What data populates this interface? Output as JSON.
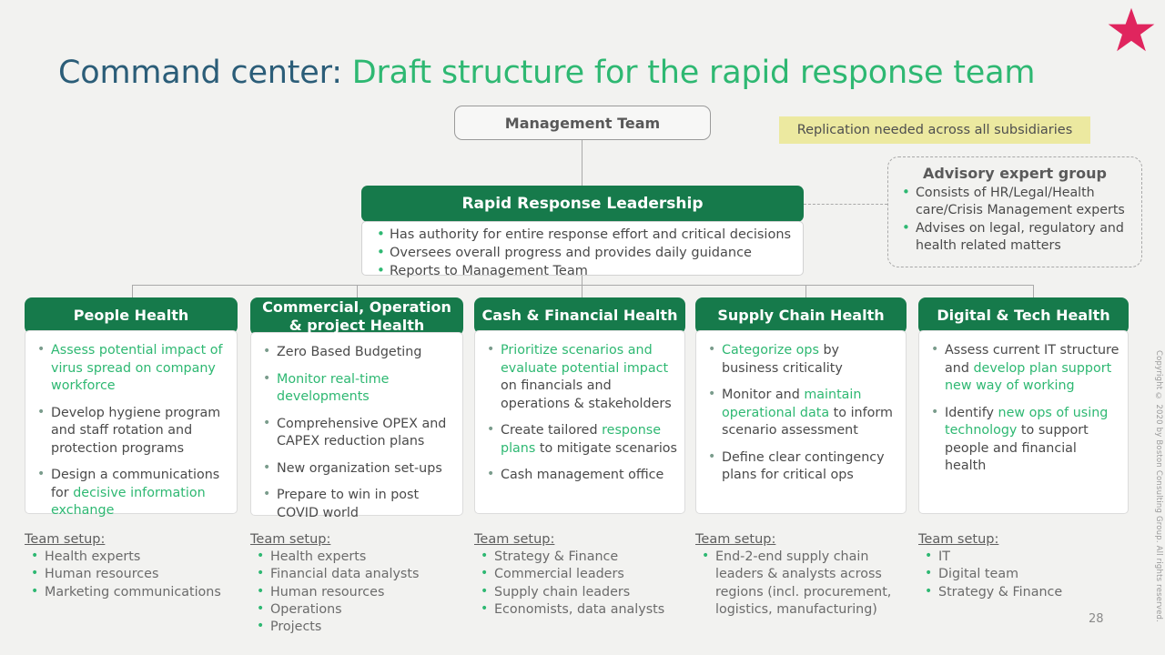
{
  "logo": {
    "icon": "star-icon",
    "color": "#e0255e"
  },
  "title": {
    "part1": "Command center:",
    "part2": "Draft structure for the rapid response team",
    "color1": "#2b5d78",
    "color2": "#2eb872"
  },
  "management": {
    "label": "Management Team"
  },
  "banner": {
    "text": "Replication needed across all subsidiaries",
    "bg": "#ece9a0"
  },
  "leadership": {
    "title": "Rapid Response Leadership",
    "bullets": [
      "Has authority for entire response effort and critical decisions",
      "Oversees overall progress and provides daily guidance",
      "Reports to Management Team"
    ]
  },
  "advisory": {
    "title": "Advisory expert group",
    "bullets": [
      "Consists of HR/Legal/Health care/Crisis Management experts",
      "Advises on legal, regulatory and health related matters"
    ]
  },
  "columns": [
    {
      "title": "People Health",
      "bullets": [
        [
          {
            "t": "Assess potential impact of virus spread on company workforce",
            "g": true
          }
        ],
        [
          {
            "t": "Develop hygiene program and staff rotation and protection programs",
            "g": false
          }
        ],
        [
          {
            "t": "Design a communications for ",
            "g": false
          },
          {
            "t": "decisive information exchange",
            "g": true
          }
        ]
      ],
      "setup_title": "Team setup:",
      "setup": [
        "Health experts",
        "Human resources",
        "Marketing communications"
      ]
    },
    {
      "title": "Commercial, Operation & project Health",
      "bullets": [
        [
          {
            "t": "Zero Based Budgeting",
            "g": false
          }
        ],
        [
          {
            "t": "Monitor real-time developments",
            "g": true
          }
        ],
        [
          {
            "t": "Comprehensive OPEX and CAPEX reduction plans",
            "g": false
          }
        ],
        [
          {
            "t": "New organization set-ups",
            "g": false
          }
        ],
        [
          {
            "t": "Prepare to win in post COVID world",
            "g": false
          }
        ]
      ],
      "setup_title": "Team setup:",
      "setup": [
        "Health experts",
        "Financial data analysts",
        "Human resources",
        "Operations",
        "Projects"
      ]
    },
    {
      "title": "Cash & Financial Health",
      "bullets": [
        [
          {
            "t": "Prioritize scenarios and evaluate potential impact ",
            "g": true
          },
          {
            "t": "on financials and operations & stakeholders",
            "g": false
          }
        ],
        [
          {
            "t": "Create tailored ",
            "g": false
          },
          {
            "t": "response plans",
            "g": true
          },
          {
            "t": " to mitigate scenarios",
            "g": false
          }
        ],
        [
          {
            "t": "Cash management office",
            "g": false
          }
        ]
      ],
      "setup_title": "Team setup:",
      "setup": [
        "Strategy & Finance",
        "Commercial leaders",
        "Supply chain leaders",
        "Economists, data analysts"
      ]
    },
    {
      "title": "Supply Chain Health",
      "bullets": [
        [
          {
            "t": "Categorize ops",
            "g": true
          },
          {
            "t": " by business criticality",
            "g": false
          }
        ],
        [
          {
            "t": "Monitor and ",
            "g": false
          },
          {
            "t": "maintain operational data",
            "g": true
          },
          {
            "t": " to inform scenario assessment",
            "g": false
          }
        ],
        [
          {
            "t": "Define clear contingency plans for critical ops",
            "g": false
          }
        ]
      ],
      "setup_title": "Team setup:",
      "setup": [
        "End-2-end supply chain leaders & analysts across regions (incl. procurement, logistics, manufacturing)"
      ]
    },
    {
      "title": "Digital & Tech Health",
      "bullets": [
        [
          {
            "t": "Assess current IT structure and ",
            "g": false
          },
          {
            "t": "develop plan support new way of working",
            "g": true
          }
        ],
        [
          {
            "t": "Identify ",
            "g": false
          },
          {
            "t": "new ops of using technology",
            "g": true
          },
          {
            "t": " to support people and financial health",
            "g": false
          }
        ]
      ],
      "setup_title": "Team setup:",
      "setup": [
        "IT",
        "Digital team",
        "Strategy & Finance"
      ]
    }
  ],
  "footer": {
    "copyright": "Copyright © 2020 by Boston Consulting Group. All rights reserved.",
    "page": "28"
  }
}
